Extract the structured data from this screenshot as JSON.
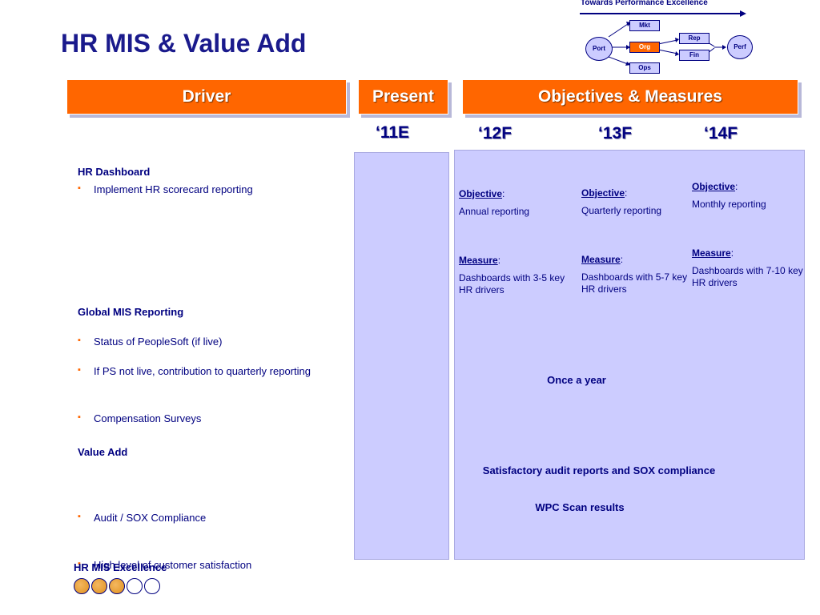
{
  "title": "HR MIS & Value Add",
  "diagram": {
    "heading": "Towards Performance Excellence",
    "nodes": {
      "port": "Port",
      "mkt": "Mkt",
      "org": "Org",
      "ops": "Ops",
      "rep": "Rep",
      "fin": "Fin",
      "perf": "Perf"
    }
  },
  "headers": {
    "driver": "Driver",
    "present": "Present",
    "objectives": "Objectives & Measures"
  },
  "years": {
    "y11": "‘11E",
    "y12": "‘12F",
    "y13": "‘13F",
    "y14": "‘14F"
  },
  "drivers": {
    "hr_dashboard": {
      "title": "HR Dashboard",
      "items": [
        "Implement HR scorecard reporting"
      ]
    },
    "global_mis": {
      "title": "Global MIS Reporting",
      "items": [
        "Status of PeopleSoft (if live)",
        "If PS not live, contribution to quarterly reporting",
        "Compensation Surveys"
      ]
    },
    "value_add": {
      "title": "Value Add",
      "items": [
        "Audit / SOX Compliance",
        "High level of customer satisfaction"
      ]
    }
  },
  "objectives": {
    "objective_label": "Objective",
    "measure_label": "Measure",
    "colon": ":",
    "y12": {
      "objective": "Annual reporting",
      "measure": "Dashboards with 3-5 key HR drivers"
    },
    "y13": {
      "objective": "Quarterly reporting",
      "measure": "Dashboards with 5-7 key HR drivers"
    },
    "y14": {
      "objective": "Monthly reporting",
      "measure": "Dashboards with 7-10 key HR drivers"
    }
  },
  "centered": {
    "once_a_year": "Once a year",
    "audit": "Satisfactory audit reports and SOX compliance",
    "wpc": "WPC Scan results"
  },
  "footer": {
    "label": "HR MIS Excellence",
    "rating_filled": 3,
    "rating_total": 5
  },
  "colors": {
    "accent": "#ff6600",
    "navy": "#000080",
    "panel": "#ccccff"
  }
}
